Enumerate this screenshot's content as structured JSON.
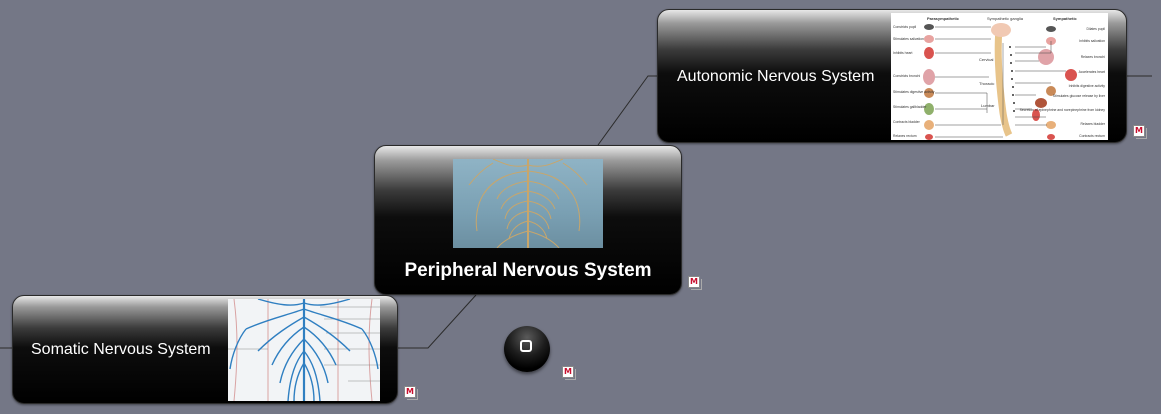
{
  "mindmap": {
    "central": {
      "label": "Peripheral Nervous System",
      "image": "spinal-nerves-photo"
    },
    "children": [
      {
        "label": "Autonomic Nervous System",
        "image": "autonomic-diagram"
      },
      {
        "label": "Somatic Nervous System",
        "image": "somatic-nerves-illustration"
      }
    ],
    "note_marker": "M"
  },
  "diagram_ans": {
    "headers": {
      "para": "Parasympathetic",
      "sym_ganglia": "Sympathetic ganglia",
      "sym": "Sympathetic"
    },
    "left_labels": [
      "Constricts pupil",
      "Stimulates salivation",
      "Inhibits heart",
      "Constricts bronchi",
      "Stimulates digestive activity",
      "Stimulates gallbladder",
      "Contracts bladder",
      "Relaxes rectum"
    ],
    "right_labels": [
      "Dilates pupil",
      "Inhibits salivation",
      "Relaxes bronchi",
      "Accelerates heart",
      "Inhibits digestive activity",
      "Stimulates glucose release by liver",
      "Secretion of epinephrine and norepinephrine from kidney",
      "Relaxes bladder",
      "Contracts rectum"
    ],
    "spine_labels": [
      "Cervical",
      "Thoracic",
      "Lumbar"
    ]
  },
  "colors": {
    "background": "#747786",
    "line": "#2b2b2b",
    "organ": "#d9534f",
    "nerve_blue": "#2f7fc1",
    "nerve_tan": "#c8a66b"
  }
}
